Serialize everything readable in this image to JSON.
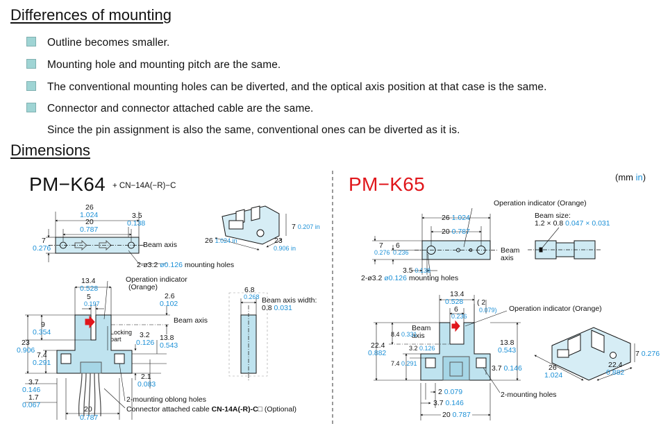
{
  "headings": {
    "differences": "Differences of mounting",
    "dimensions": "Dimensions"
  },
  "bullets": [
    "Outline becomes smaller.",
    "Mounting hole and mounting pitch are the same.",
    "The conventional mounting holes can be diverted, and the optical axis position at that case is the same.",
    "Connector and connector attached cable are the same."
  ],
  "bullet_note": "Since the pin assignment is also the same, conventional ones can be diverted as it is.",
  "units": {
    "pre": "(mm ",
    "in": "in",
    ")": ")"
  },
  "left": {
    "model": "PM−K64",
    "suffix": "+ CN−14A(−R)−C",
    "top": {
      "d26": "26",
      "d26in": "1.024",
      "d20": "20",
      "d20in": "0.787",
      "d35": "3.5",
      "d35in": "0.138",
      "d7": "7",
      "d7in": "0.276",
      "beam": "Beam axis",
      "holes_a": "2-ø3.2 ",
      "holes_b": "ø0.126",
      "holes_c": " mounting holes"
    },
    "iso": {
      "d26": "26",
      "d26in": "1.024 in",
      "d23": "23",
      "d23in": "0.906 in",
      "d7": "7",
      "d7in": "0.207 in"
    },
    "front": {
      "d134": "13.4",
      "d134in": "0.528",
      "d5": "5",
      "d5in": "0.197",
      "op1": "Operation indicator",
      "op2": "(Orange)",
      "d26": "2.6",
      "d26in": "0.102",
      "beam": "Beam axis",
      "d9": "9",
      "d9in": "0.354",
      "locking1": "Locking",
      "locking2": "part",
      "d32": "3.2",
      "d32in": "0.126",
      "d138": "13.8",
      "d138in": "0.543",
      "d23": "23",
      "d23in": "0.906",
      "d74": "7.4",
      "d74in": "0.291",
      "d21": "2.1",
      "d21in": "0.083",
      "d37": "3.7",
      "d37in": "0.146",
      "d17": "1.7",
      "d17in": "0.067",
      "d20": "20",
      "d20in": "0.787",
      "oblong": "2-mounting oblong holes",
      "cable_a": "Connector attached cable ",
      "cable_b": "CN-14A(-R)-C",
      "cable_c": "□ (Optional)"
    },
    "side": {
      "d68": "6.8",
      "d68in": "0.268",
      "bw1": "Beam axis width:",
      "bw2a": "0.8 ",
      "bw2b": "0.031"
    }
  },
  "right": {
    "model": "PM−K65",
    "top": {
      "op": "Operation indicator (Orange)",
      "d26": "26",
      "d26in": "1.024",
      "d20": "20",
      "d20in": "0.787",
      "d7": "7",
      "d7in": "0.276",
      "d6": "6",
      "d6in": "0.236",
      "d35": "3.5",
      "d35in": "0.138",
      "holes_a": "2-ø3.2 ",
      "holes_b": "ø0.126",
      "holes_c": " mounting holes",
      "beam1": "Beam",
      "beam2": "axis",
      "bs1": "Beam size:",
      "bs2a": "1.2 × 0.8 ",
      "bs2b": "0.047 × 0.031"
    },
    "front": {
      "d134": "13.4",
      "d134in": "0.528",
      "d6": "6",
      "d6in": "0.236",
      "d2": "2",
      "d2in": "0.079",
      "op": "Operation indicator (Orange)",
      "beam1": "Beam",
      "beam2": "axis",
      "d84": "8.4",
      "d84in": "0.331",
      "d32": "3.2",
      "d32in": "0.126",
      "d224": "22.4",
      "d224in": "0.882",
      "d74": "7.4",
      "d74in": "0.291",
      "d138": "13.8",
      "d138in": "0.543",
      "d37": "3.7",
      "d37in": "0.146",
      "b2": "2",
      "b2in": "0.079",
      "b37": "3.7",
      "b37in": "0.146",
      "b20": "20",
      "b20in": "0.787",
      "holes": "2-mounting holes"
    },
    "iso": {
      "d26": "26",
      "d26in": "1.024",
      "d224": "22.4",
      "d224in": "0.882",
      "d7": "7",
      "d7in": "0.276"
    }
  },
  "colors": {
    "accent_red": "#e0161b",
    "inch_blue": "#1a8fd6",
    "part_fill": "#bfe3ef",
    "bullet": "#9fd4d4"
  }
}
